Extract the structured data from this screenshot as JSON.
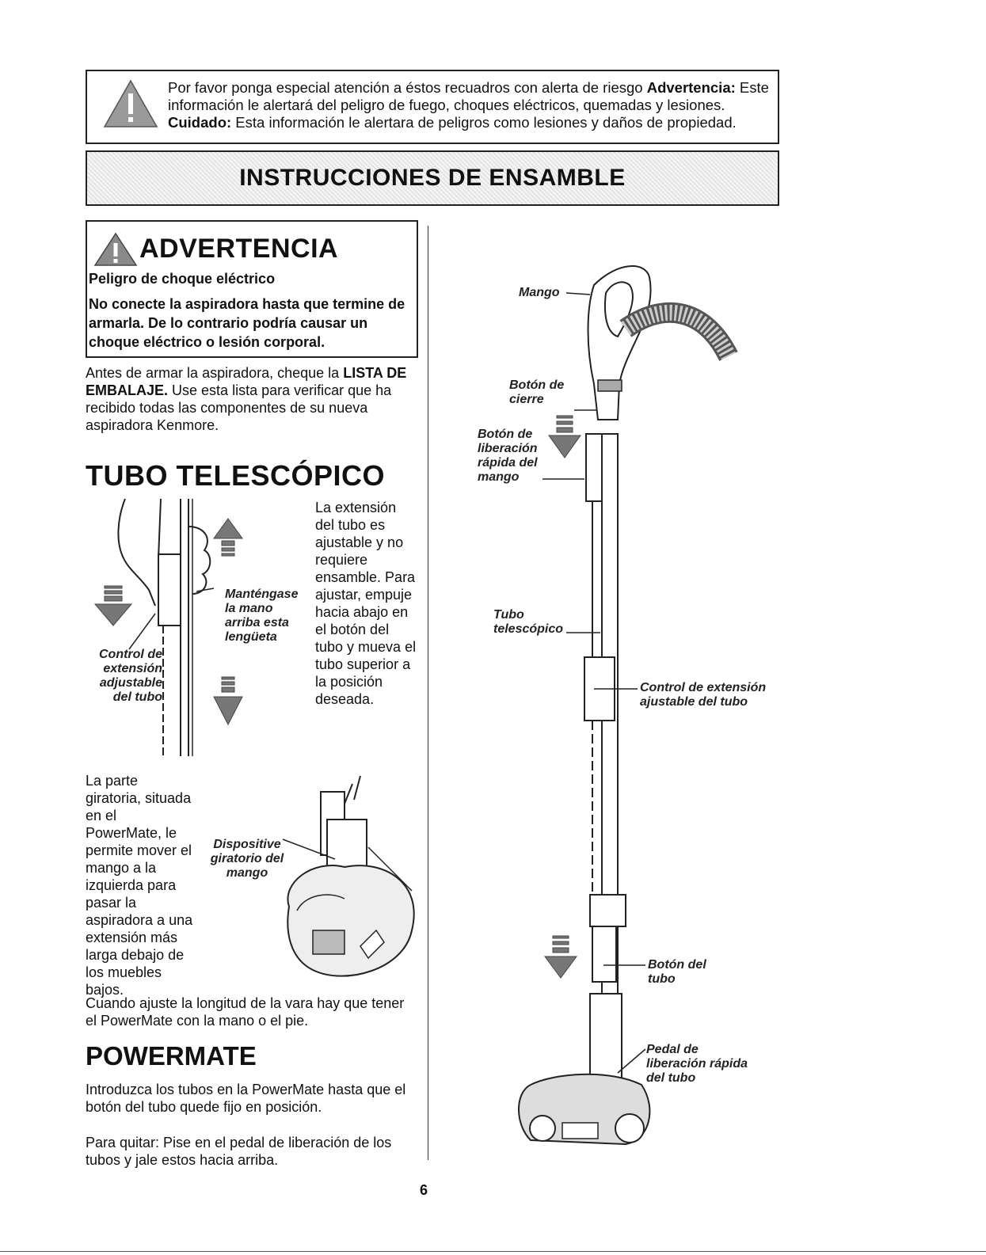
{
  "notice": {
    "text1": "Por favor ponga especial atención a éstos recuadros con alerta de riesgo",
    "label_warning": "Advertencia:",
    "text2": "Este información le alertará del peligro de fuego, choques eléctricos, quemadas y lesiones.",
    "label_caution": "Cuidado:",
    "text3": "Esta información le alertara de peligros como lesiones y daños de propiedad."
  },
  "banner_title": "INSTRUCCIONES DE ENSAMBLE",
  "warning": {
    "title": "ADVERTENCIA",
    "subtitle": "Peligro de choque eléctrico",
    "body": "No conecte la aspiradora hasta que termine de armarla. De lo contrario podría causar un choque eléctrico o lesión corporal."
  },
  "intro": {
    "before": "Antes de armar la aspiradora, cheque la",
    "bold": "LISTA DE EMBALAJE.",
    "after": "Use esta lista para verificar que ha recibido todas las componentes de su nueva aspiradora Kenmore."
  },
  "tubo": {
    "heading": "TUBO TELESCÓPICO",
    "description": "La extensión del tubo es ajustable y no requiere ensamble. Para ajustar, empuje hacia abajo en el botón del tubo y mueva el tubo superior a la posición deseada.",
    "label_hold": "Manténgase la mano arriba esta lengüeta",
    "label_control": "Control de extensión adjustable del tubo"
  },
  "swivel": {
    "text": "La parte giratoria, situada en el PowerMate, le permite mover el mango a la izquierda para pasar la aspiradora a una extensión más larga debajo de los muebles bajos.",
    "label": "Dispositive giratorio del mango"
  },
  "adjust_note": "Cuando ajuste la longitud de la vara hay que tener el PowerMate con la mano o el pie.",
  "powermate": {
    "heading": "POWERMATE",
    "text1": "Introduzca los tubos en la PowerMate hasta que el botón del tubo quede fijo en posición.",
    "text2": "Para quitar: Pise en el pedal de liberación de los tubos y jale estos hacia arriba."
  },
  "diagram_labels": {
    "mango": "Mango",
    "boton_cierre": "Botón de cierre",
    "boton_liberacion": "Botón de liberación rápida del mango",
    "tubo_telescopico": "Tubo telescópico",
    "control_extension": "Control de extensión ajustable del tubo",
    "boton_tubo": "Botón del tubo",
    "pedal": "Pedal de liberación rápida del tubo"
  },
  "page_number": "6"
}
